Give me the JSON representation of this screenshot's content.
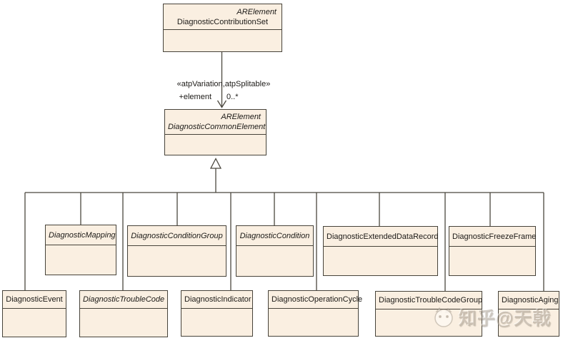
{
  "labels": {
    "association_stereotype": "«atpVariation,atpSplitable»",
    "association_role": "+element",
    "association_multiplicity": "0..*"
  },
  "classes": {
    "contribution_set": {
      "stereotype": "ARElement",
      "name": "DiagnosticContributionSet",
      "abstract": false
    },
    "common_element": {
      "stereotype": "ARElement",
      "name": "DiagnosticCommonElement",
      "abstract": true
    },
    "mapping": {
      "name": "DiagnosticMapping",
      "abstract": true
    },
    "condition_group": {
      "name": "DiagnosticConditionGroup",
      "abstract": true
    },
    "condition": {
      "name": "DiagnosticCondition",
      "abstract": true
    },
    "extended_data_record": {
      "name": "DiagnosticExtendedDataRecord",
      "abstract": false
    },
    "freeze_frame": {
      "name": "DiagnosticFreezeFrame",
      "abstract": false
    },
    "event": {
      "name": "DiagnosticEvent",
      "abstract": false
    },
    "trouble_code": {
      "name": "DiagnosticTroubleCode",
      "abstract": true
    },
    "indicator": {
      "name": "DiagnosticIndicator",
      "abstract": false
    },
    "operation_cycle": {
      "name": "DiagnosticOperationCycle",
      "abstract": false
    },
    "trouble_code_group": {
      "name": "DiagnosticTroubleCodeGroup",
      "abstract": false
    },
    "aging": {
      "name": "DiagnosticAging",
      "abstract": false
    }
  },
  "watermark": {
    "text": "知乎@天戟"
  },
  "colors": {
    "class_fill": "#FAEFE1",
    "class_border": "#47433A",
    "connector": "#4B473E"
  }
}
